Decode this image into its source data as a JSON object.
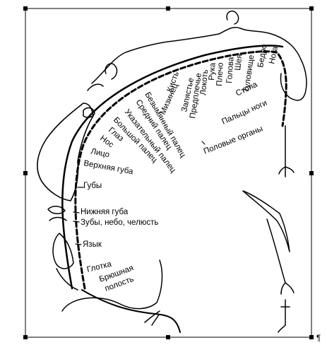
{
  "labels": {
    "noga": "Нога",
    "bedro": "Бедро",
    "tulovishche": "Туловище",
    "sheya": "Шея",
    "golova": "Голова",
    "plecho": "Плечо",
    "ruka": "Рука",
    "lokot": "Локоть",
    "predplechye": "Предплечье",
    "zapyastye": "Запястье",
    "kist": "Кисть",
    "mizinets": "Мизинец",
    "bezymyanny": "Безымянный палец",
    "sredniy": "Средний палец",
    "ukazatelny": "Указательный палец",
    "bolshoy": "Большой палец",
    "glaz": "Глаз",
    "nos": "Нос",
    "litso": "Лицо",
    "verkhnyaya_guba": "Верхняя губа",
    "guby": "Губы",
    "nizhnyaya_guba": "Нижняя губа",
    "zuby": "Зубы, небо, челюсть",
    "yazyk": "Язык",
    "glotka": "Глотка",
    "bryushnaya_1": "Брюшная",
    "bryushnaya_2": "полость",
    "stopa": "Стопа",
    "paltsy_nogi": "Пальцы ноги",
    "polovye_organy": "Половые органы"
  },
  "pilcrow": "¶",
  "colors": {
    "ink": "#000000",
    "background": "#ffffff"
  }
}
